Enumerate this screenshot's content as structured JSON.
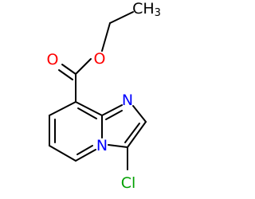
{
  "molecule": {
    "atoms": {
      "carbonyl_o": {
        "symbol": "O",
        "color": "#ff0000"
      },
      "ester_o": {
        "symbol": "O",
        "color": "#ff0000"
      },
      "ring_n_top": {
        "symbol": "N",
        "color": "#0000ff"
      },
      "ring_n_bridge": {
        "symbol": "N",
        "color": "#0000ff"
      },
      "chlorine": {
        "symbol": "Cl",
        "color": "#00a000"
      },
      "methyl": {
        "symbol": "CH3",
        "symbol_main": "CH",
        "symbol_subscript": "3",
        "color": "#000000"
      }
    },
    "bond_color": "#000000"
  }
}
